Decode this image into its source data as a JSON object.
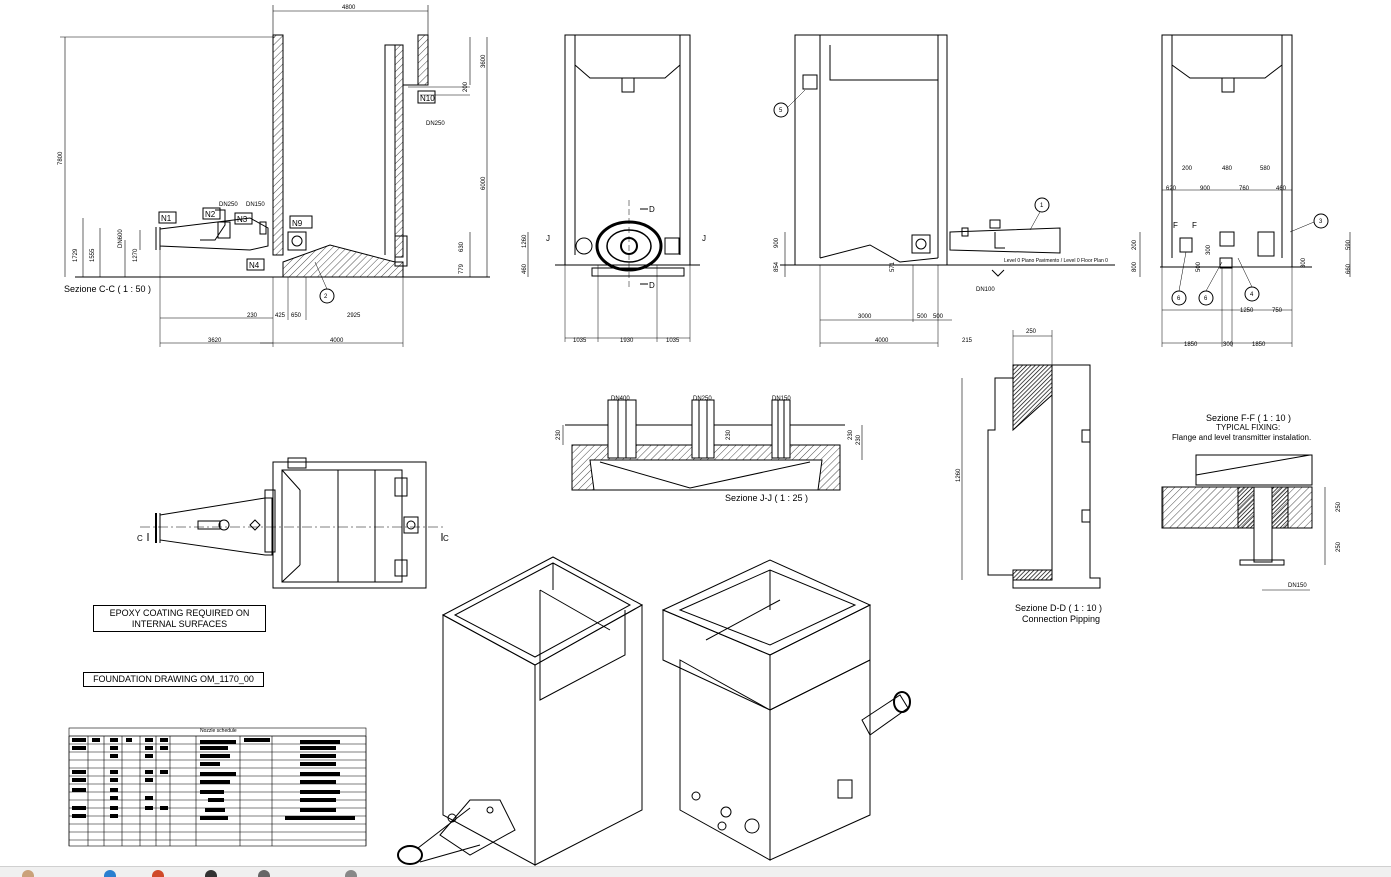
{
  "drawing": {
    "section_cc": "Sezione C-C ( 1 : 50 )",
    "section_jj": "Sezione J-J ( 1 : 25 )",
    "section_dd": "Sezione D-D ( 1 : 10 )",
    "section_dd_sub": "Connection Pipping",
    "section_ff": "Sezione F-F ( 1 : 10 )",
    "section_ff_l2": "TYPICAL FIXING:",
    "section_ff_l3": "Flange and level transmitter instalation.",
    "note_epoxy_l1": "EPOXY COATING REQUIRED ON",
    "note_epoxy_l2": "INTERNAL SURFACES",
    "note_foundation": "FOUNDATION DRAWING OM_1170_00",
    "nozzle_schedule_title": "Nozzle schedule",
    "level_note": "Level 0 Piano Pavimento / Level 0 Floor Plan 0"
  },
  "nozzles": [
    "N1",
    "N2",
    "N3",
    "N4",
    "N9",
    "N10"
  ],
  "dimensions": {
    "cc": [
      "4800",
      "7800",
      "3600",
      "6000",
      "200",
      "DN250",
      "DN250",
      "DN150",
      "1729",
      "1555",
      "1270",
      "DN600",
      "630",
      "779",
      "230",
      "425",
      "650",
      "2925",
      "3620",
      "4000"
    ],
    "front": [
      "1260",
      "460",
      "1035",
      "1930",
      "1035"
    ],
    "side": [
      "900",
      "854",
      "571",
      "3000",
      "500",
      "500",
      "4000",
      "215",
      "DN100"
    ],
    "right": [
      "200",
      "480",
      "580",
      "620",
      "900",
      "760",
      "460",
      "800",
      "200",
      "300",
      "500",
      "590",
      "300",
      "660",
      "1250",
      "750",
      "1850",
      "300",
      "1850"
    ],
    "jj": [
      "DN400",
      "DN250",
      "DN150",
      "230",
      "230",
      "230",
      "230"
    ],
    "dd": [
      "250",
      "1260"
    ],
    "ff": [
      "250",
      "250",
      "DN150"
    ]
  },
  "section_letters": [
    "D",
    "D",
    "J",
    "J",
    "C",
    "C",
    "F",
    "F"
  ],
  "callouts": [
    "1",
    "2",
    "3",
    "4",
    "5",
    "6",
    "6"
  ],
  "colors": {
    "line": "#000000",
    "hatch": "#000000",
    "background": "#ffffff",
    "taskbar": "#f0f0f0"
  }
}
